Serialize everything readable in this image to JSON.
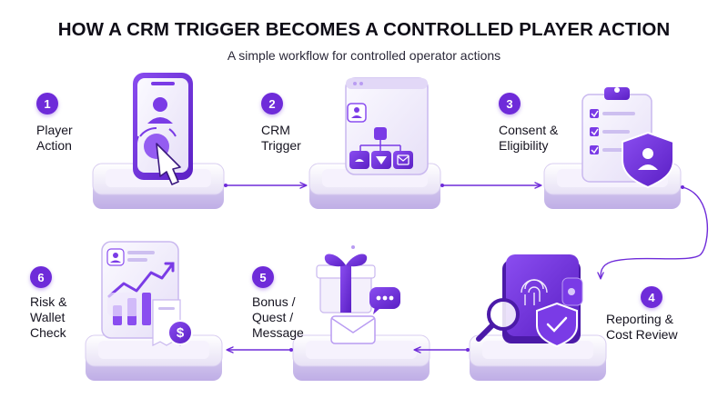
{
  "header": {
    "title": "HOW A CRM TRIGGER BECOMES A CONTROLLED PLAYER ACTION",
    "subtitle": "A simple workflow for controlled operator actions"
  },
  "steps": [
    {
      "number": "1",
      "label": "Player\nAction",
      "icon": "smartphone-tap-icon"
    },
    {
      "number": "2",
      "label": "CRM\nTrigger",
      "icon": "workflow-screen-icon"
    },
    {
      "number": "3",
      "label": "Consent &\nEligibility",
      "icon": "clipboard-shield-icon"
    },
    {
      "number": "4",
      "label": "Reporting &\nCost Review",
      "icon": "wallet-fingerprint-icon"
    },
    {
      "number": "5",
      "label": "Bonus /\nQuest /\nMessage",
      "icon": "gift-message-icon"
    },
    {
      "number": "6",
      "label": "Risk &\nWallet\nCheck",
      "icon": "chart-dollar-icon"
    }
  ],
  "colors": {
    "accent": "#6e2bd9",
    "accent_light": "#b99cf2",
    "platform": "#efeaf9"
  }
}
